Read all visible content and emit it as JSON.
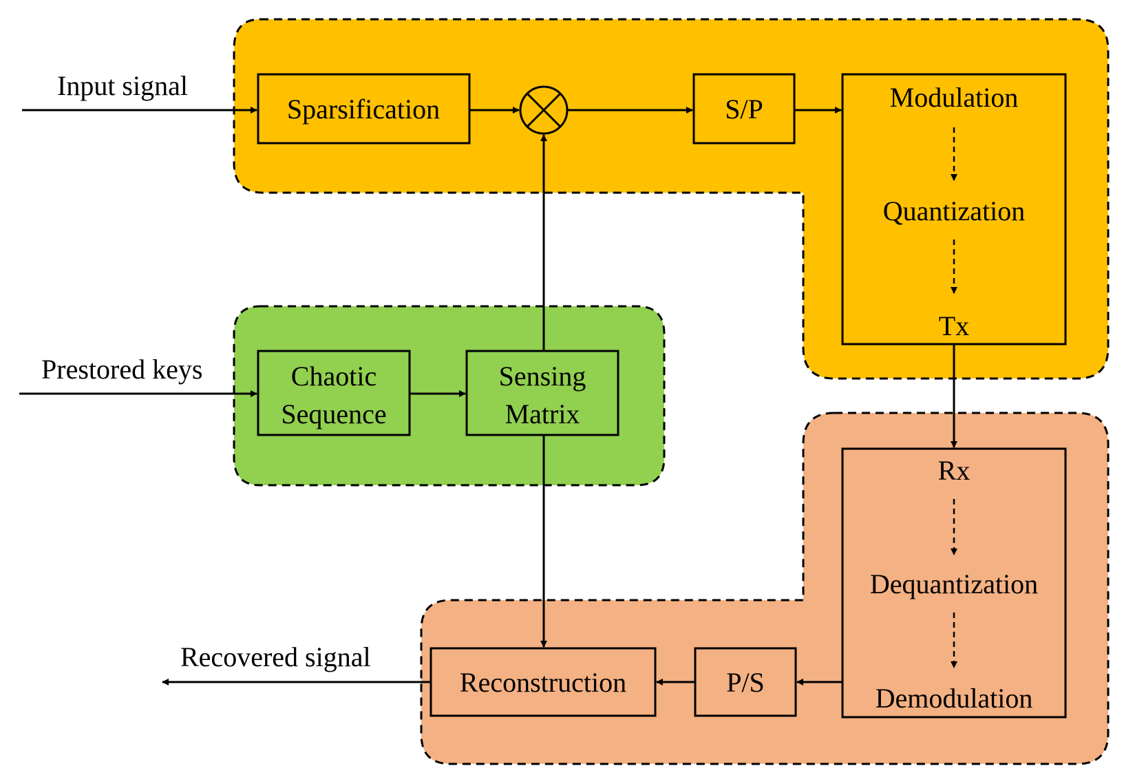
{
  "colors": {
    "transmitter": "#FFC000",
    "key_region": "#92D050",
    "receiver": "#F4B183",
    "line": "#000000"
  },
  "labels": {
    "input_signal": "Input signal",
    "prestored_keys": "Prestored keys",
    "recovered_signal": "Recovered signal"
  },
  "blocks": {
    "sparsification": "Sparsification",
    "sp": "S/P",
    "modulation": "Modulation",
    "quantization": "Quantization",
    "tx": "Tx",
    "chaotic_line1": "Chaotic",
    "chaotic_line2": "Sequence",
    "sensing_line1": "Sensing",
    "sensing_line2": "Matrix",
    "rx": "Rx",
    "dequantization": "Dequantization",
    "demodulation": "Demodulation",
    "ps": "P/S",
    "reconstruction": "Reconstruction"
  }
}
